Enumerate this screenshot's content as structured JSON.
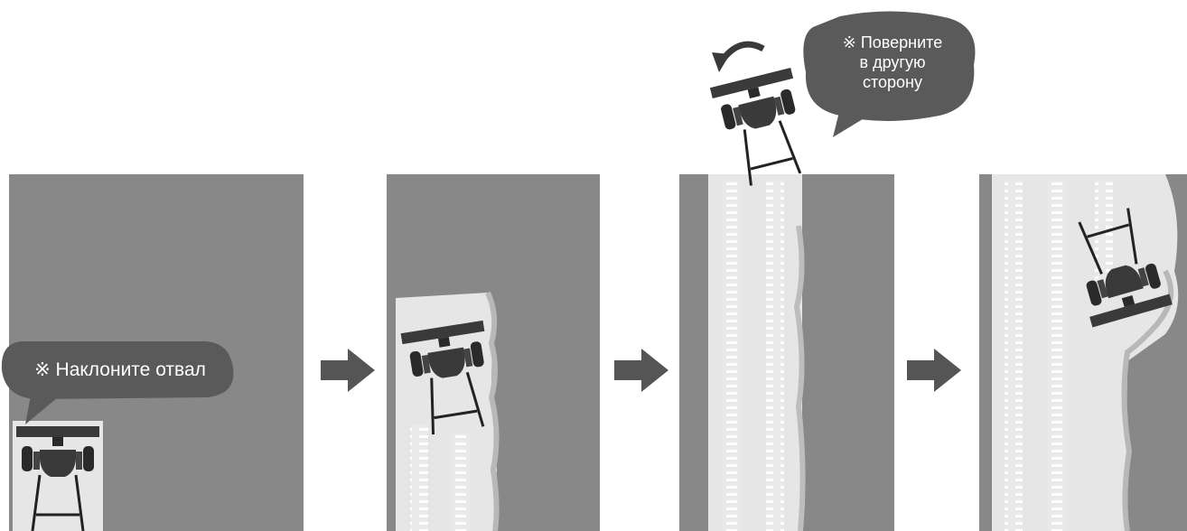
{
  "steps": [
    {
      "id": 1,
      "callout": "※ Наклоните отвал"
    },
    {
      "id": 2
    },
    {
      "id": 3,
      "callout_lines": [
        "※ Поверните",
        "в другую",
        "сторону"
      ]
    },
    {
      "id": 4
    }
  ],
  "colors": {
    "uncleared": "#888888",
    "cleared": "#e8e8e8",
    "tractor": "#2a2a2a",
    "arrow": "#555555",
    "bubble": "#5a5a5a"
  },
  "icons": [
    "tractor-icon",
    "arrow-right-icon",
    "curved-arrow-icon",
    "speech-bubble-icon"
  ]
}
